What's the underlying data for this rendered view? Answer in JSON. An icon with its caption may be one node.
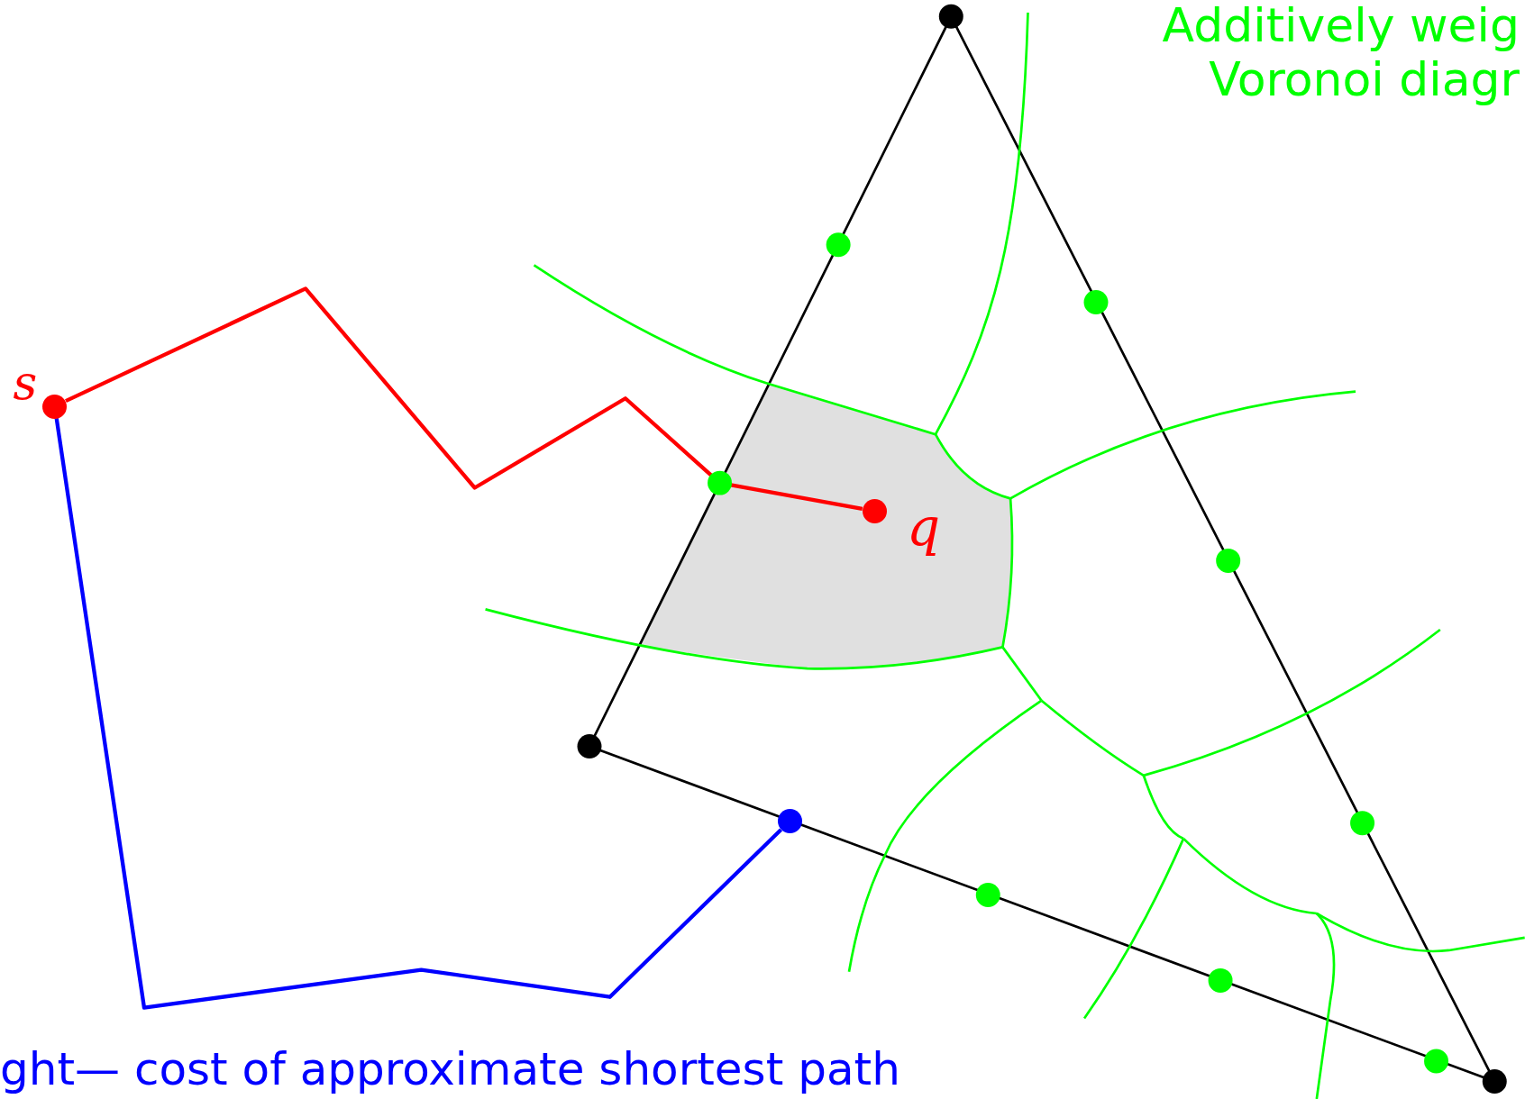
{
  "diagram": {
    "nodes": [
      {
        "text": [],
        "shape": "circle",
        "beside": [
          "s"
        ]
      },
      {
        "text": [],
        "shape": "circle",
        "beside": [
          "q"
        ]
      },
      {
        "text": [],
        "shape": "circle"
      }
    ],
    "edges": [
      {
        "from": 0,
        "to": 1,
        "arrow": "none",
        "color": "#ff0000"
      },
      {
        "from": 0,
        "to": 2,
        "arrow": "none",
        "color": "#0000ff"
      }
    ],
    "labels": [
      "Additively weig",
      "Voronoi diagr",
      "ght— cost of approximate shortest path"
    ]
  }
}
